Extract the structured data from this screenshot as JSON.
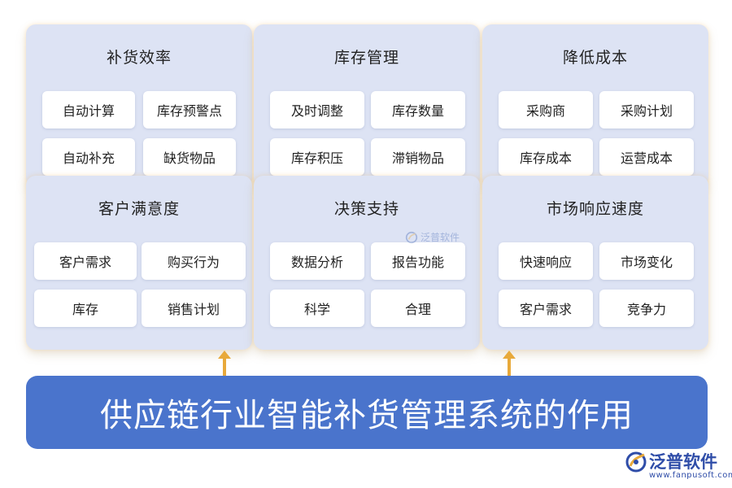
{
  "panels": [
    {
      "title": "补货效率",
      "items": [
        "自动计算",
        "库存预警点",
        "自动补充",
        "缺货物品"
      ]
    },
    {
      "title": "库存管理",
      "items": [
        "及时调整",
        "库存数量",
        "库存积压",
        "滞销物品"
      ]
    },
    {
      "title": "降低成本",
      "items": [
        "采购商",
        "采购计划",
        "库存成本",
        "运营成本"
      ]
    },
    {
      "title": "客户满意度",
      "items": [
        "客户需求",
        "购买行为",
        "库存",
        "销售计划"
      ]
    },
    {
      "title": "决策支持",
      "items": [
        "数据分析",
        "报告功能",
        "科学",
        "合理"
      ]
    },
    {
      "title": "市场响应速度",
      "items": [
        "快速响应",
        "市场变化",
        "客户需求",
        "竞争力"
      ]
    }
  ],
  "banner": {
    "text": "供应链行业智能补货管理系统的作用"
  },
  "watermark": {
    "text": "泛普软件"
  },
  "logo": {
    "name": "泛普软件",
    "url": "www.fanpusoft.com"
  },
  "colors": {
    "panel": "#dde3f4",
    "banner": "#4a74cc",
    "arrow": "#e8a93a",
    "logo": "#2f4da8"
  }
}
